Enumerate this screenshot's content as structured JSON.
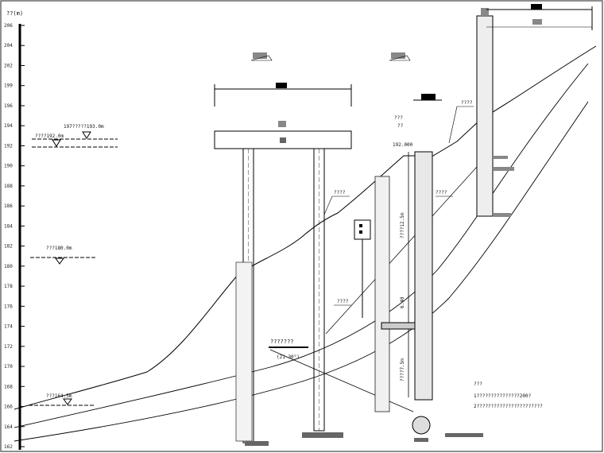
{
  "axis": {
    "title": "??(m)",
    "ticks": [
      "206",
      "204",
      "202",
      "199",
      "196",
      "194",
      "192",
      "190",
      "188",
      "186",
      "184",
      "182",
      "180",
      "178",
      "176",
      "174",
      "172",
      "170",
      "168",
      "166",
      "164",
      "162"
    ]
  },
  "water_levels": {
    "top_a": "197?????193.0m",
    "top_b": "????192.0m",
    "mid": "???180.0m",
    "low": "???164.5m"
  },
  "labels": {
    "slope_a": "????",
    "slope_b": "????",
    "slope_c": "????",
    "slope_d": "????",
    "pile_top": "???",
    "pile_sub": "??",
    "elev_192": "192.000",
    "depth_upper": "????12.5m",
    "depth_mid": "6.40",
    "depth_lower": "????7.5m",
    "mid_title": "???????",
    "mid_sub": "(21~30°)",
    "note_title": "???",
    "note_line1": "1???????????????200?",
    "note_line2": "2???????????????????????"
  }
}
